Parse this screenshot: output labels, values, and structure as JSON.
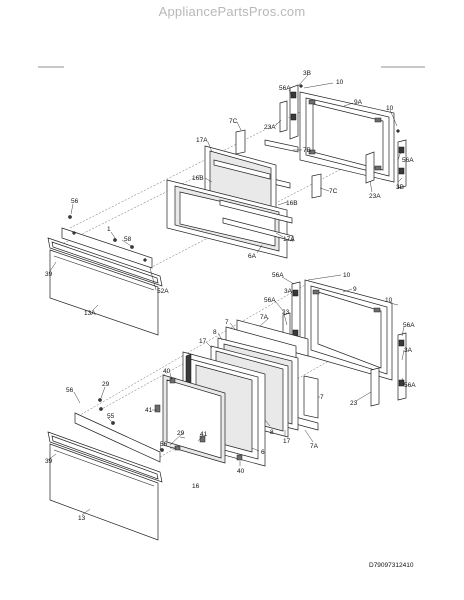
{
  "header": {
    "watermark": "AppliancePartsPros.com"
  },
  "diagram": {
    "doc_id": "D79097312410",
    "upper_labels": {
      "l3b_top": "3B",
      "l10_top": "10",
      "l56a_ul": "56A",
      "l9a": "9A",
      "l10_r": "10",
      "l23a_l": "23A",
      "l7c_l": "7C",
      "l7b": "7B",
      "l17a_l": "17A",
      "l16b_l": "16B",
      "l56a_ur": "56A",
      "l3b_r": "3B",
      "l23a_r": "23A",
      "l7c_r": "7C",
      "l16b_r": "16B",
      "l17a_r": "17A",
      "l6a": "6A",
      "l56_u": "56",
      "l1": "1",
      "l58_u": "58",
      "l39_u": "39",
      "l52a": "52A",
      "l13a": "13A"
    },
    "lower_labels": {
      "l56a_la": "56A",
      "l10_la": "10",
      "l3a_l": "3A",
      "l9": "9",
      "l56a_lb": "56A",
      "l7a_l": "7A",
      "l7_l": "7",
      "l10_lr": "10",
      "l56a_lr": "56A",
      "l23_l": "23",
      "l8_l": "8",
      "l17_l": "17",
      "l3a_r": "3A",
      "l56a_lr2": "56A",
      "l40_l": "40",
      "l41_l": "41",
      "l29_l": "29",
      "l56_l": "56",
      "l55": "55",
      "l29_m": "29",
      "l41_m": "41",
      "l16": "16",
      "l40_b": "40",
      "l6": "6",
      "l8_b": "8",
      "l17_b": "17",
      "l7_r": "7",
      "l7a_b": "7A",
      "l23_b": "23",
      "l39_l": "39",
      "l56_lb": "56",
      "l13": "13"
    }
  }
}
